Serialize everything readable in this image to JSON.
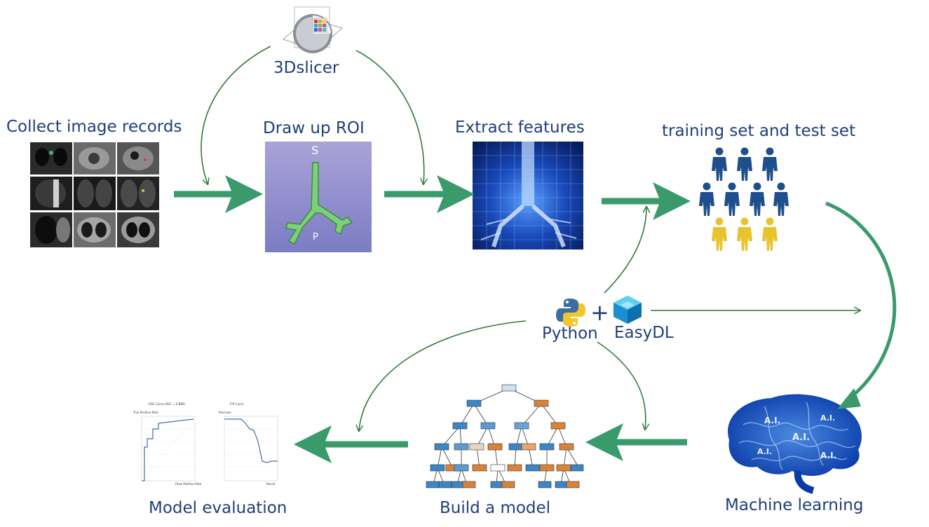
{
  "steps": {
    "collect": "Collect image records",
    "roi": "Draw up ROI",
    "features": "Extract features",
    "split": "training set and test set",
    "ml": "Machine learning",
    "build": "Build a model",
    "evaluate": "Model evaluation"
  },
  "tools": {
    "slicer": "3Dslicer",
    "python": "Python",
    "plus": "+",
    "easydl": "EasyDL"
  },
  "roi_panel": {
    "top_letter": "S",
    "bottom_letter": "P"
  },
  "brain_text": "A.I.",
  "eval_charts": {
    "roc": {
      "title": "ROC Curve (AUC = 0.889)",
      "ylabel": "True Positive Rate",
      "xlabel": "False Positive Rate"
    },
    "pr": {
      "title": "P-R Curve",
      "ylabel": "Precision",
      "xlabel": "Recall"
    }
  },
  "colors": {
    "arrow_thick": "#3a9a6c",
    "arrow_thin": "#2f7a3a",
    "label_text": "#1f3f78",
    "person_blue": "#1f4e8c",
    "person_yellow": "#e8c42c",
    "node_blue": "#3b86c6",
    "node_orange": "#d9823a"
  }
}
